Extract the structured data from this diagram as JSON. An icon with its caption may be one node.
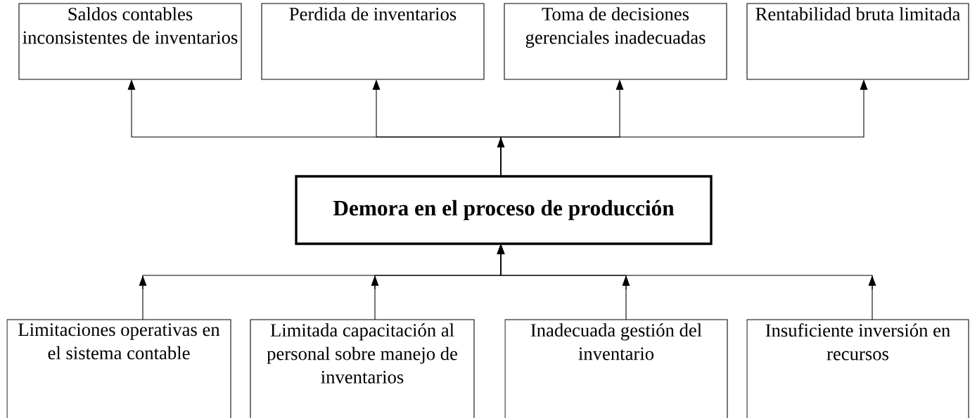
{
  "diagram": {
    "nodes": [
      {
        "text": [
          "Saldos contables inconsistentes de inventarios"
        ]
      },
      {
        "text": [
          "Perdida de inventarios"
        ]
      },
      {
        "text": [
          "Toma de decisiones gerenciales inadecuadas"
        ]
      },
      {
        "text": [
          "Rentabilidad bruta limitada"
        ]
      },
      {
        "text": [
          "Demora en el proceso de producción"
        ]
      },
      {
        "text": [
          "Limitaciones operativas en el sistema contable"
        ]
      },
      {
        "text": [
          "Limitada capacitación al personal sobre manejo de inventarios"
        ]
      },
      {
        "text": [
          "Inadecuada gestión del inventario"
        ]
      },
      {
        "text": [
          "Insuficiente inversión en recursos"
        ]
      }
    ],
    "edges": [
      {
        "from": 4,
        "to": 0,
        "arrow": "to"
      },
      {
        "from": 4,
        "to": 1,
        "arrow": "to"
      },
      {
        "from": 4,
        "to": 2,
        "arrow": "to"
      },
      {
        "from": 4,
        "to": 3,
        "arrow": "to"
      },
      {
        "from": 5,
        "to": 4,
        "arrow": "to"
      },
      {
        "from": 6,
        "to": 4,
        "arrow": "to"
      },
      {
        "from": 7,
        "to": 4,
        "arrow": "to"
      },
      {
        "from": 8,
        "to": 4,
        "arrow": "to"
      }
    ]
  }
}
